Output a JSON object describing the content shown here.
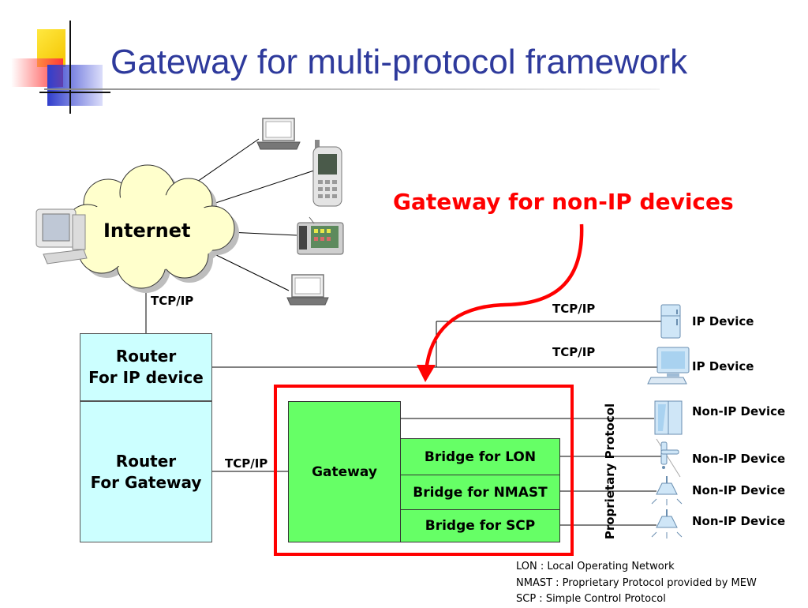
{
  "title": "Gateway for multi-protocol framework",
  "callout": "Gateway for non-IP devices",
  "internet": "Internet",
  "router_ip": "Router\nFor IP device",
  "router_gateway": "Router\nFor Gateway",
  "gateway": "Gateway",
  "bridges": [
    "Bridge for LON",
    "Bridge for NMAST",
    "Bridge for SCP"
  ],
  "links": {
    "internet_router": "TCP/IP",
    "router_gateway": "TCP/IP",
    "ip_device_1": "TCP/IP",
    "ip_device_2": "TCP/IP"
  },
  "proprietary_protocol": "Proprietary Protocol",
  "devices": [
    "IP Device",
    "IP Device",
    "Non-IP Device",
    "Non-IP Device",
    "Non-IP Device",
    "Non-IP Device"
  ],
  "legend": [
    "LON : Local Operating Network",
    "NMAST : Proprietary Protocol provided by MEW",
    "SCP : Simple Control Protocol"
  ],
  "colors": {
    "title": "#2e3a9c",
    "callout": "#ff0000",
    "router_fill": "#ccffff",
    "gateway_fill": "#66ff66",
    "highlight_border": "#ff0000"
  },
  "icons": [
    "laptop-icon",
    "mobile-phone-icon",
    "pda-icon",
    "laptop-icon",
    "desktop-computer-icon",
    "refrigerator-icon",
    "pc-monitor-icon",
    "window-icon",
    "door-handle-icon",
    "ceiling-lamp-icon",
    "ceiling-lamp-icon"
  ]
}
